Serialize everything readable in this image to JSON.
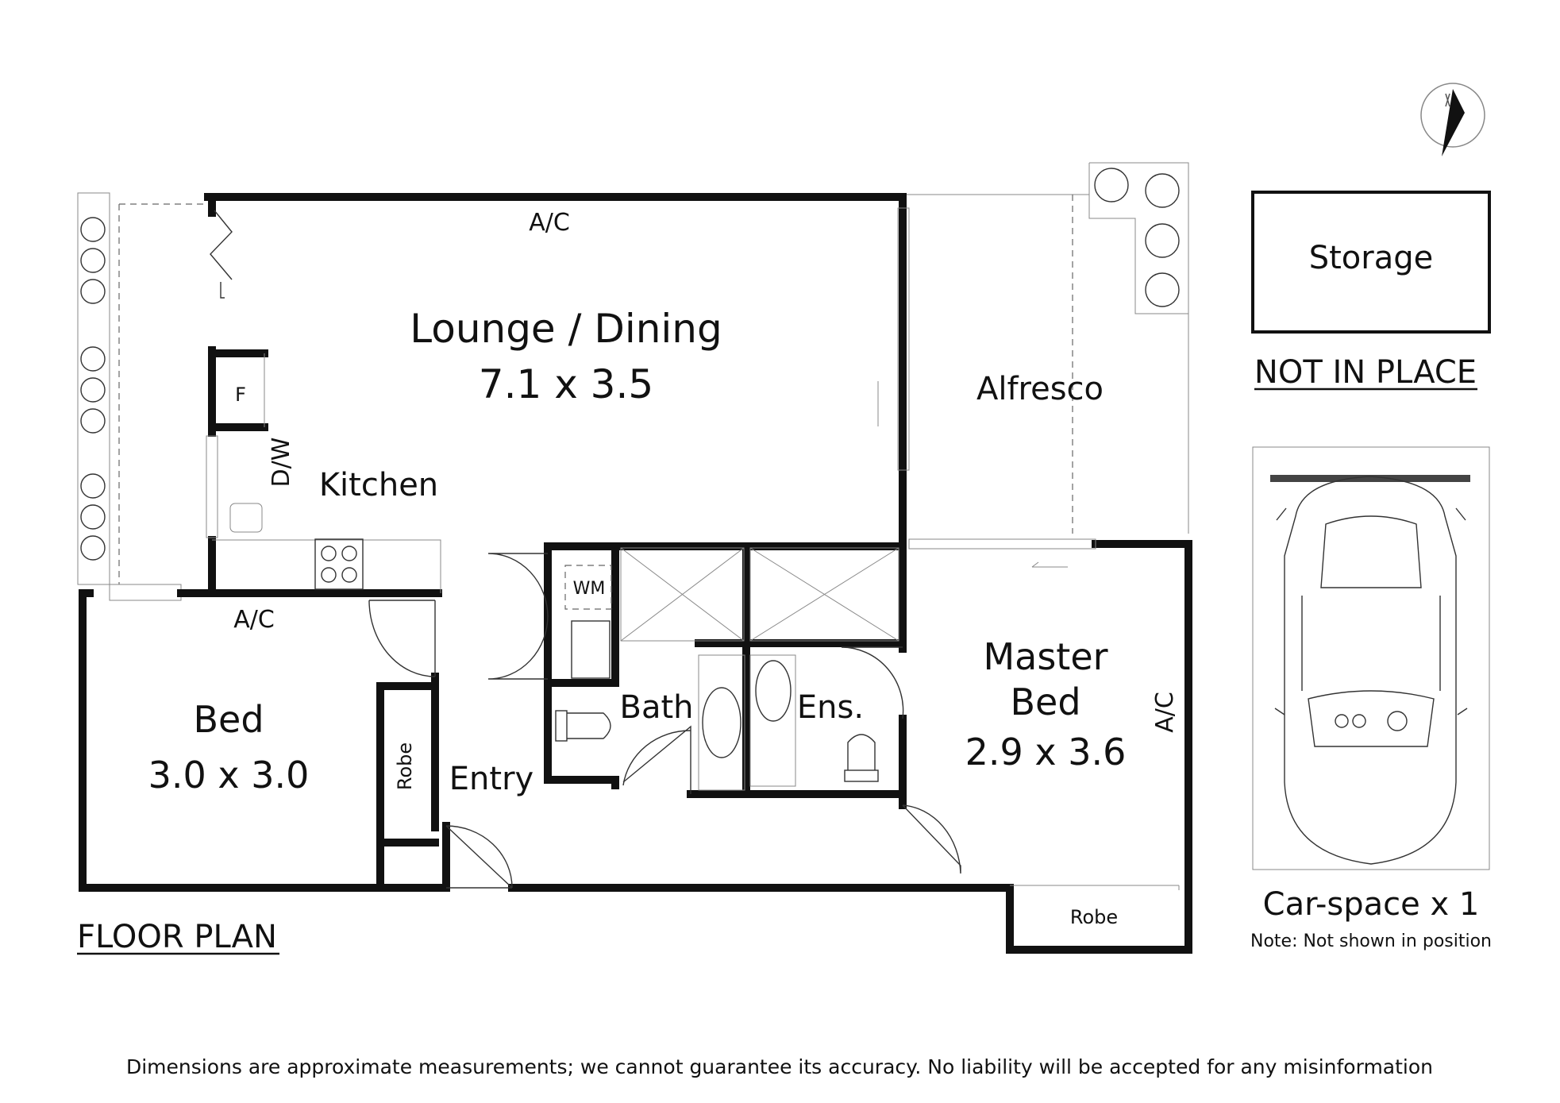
{
  "rooms": {
    "lounge_title": "Lounge / Dining",
    "lounge_dims": "7.1 x 3.5",
    "alfresco": "Alfresco",
    "kitchen": "Kitchen",
    "fridge": "F",
    "dishwasher": "D/W",
    "ac_top": "A/C",
    "ac_kitchen": "A/C",
    "ac_master": "A/C",
    "bed_title": "Bed",
    "bed_dims": "3.0 x 3.0",
    "bed_robe": "Robe",
    "entry": "Entry",
    "laundry_wm": "WM",
    "bath": "Bath",
    "ensuite": "Ens.",
    "master_line1": "Master",
    "master_line2": "Bed",
    "master_dims": "2.9 x 3.6",
    "master_robe": "Robe"
  },
  "storage": {
    "label": "Storage",
    "status": "NOT IN PLACE"
  },
  "carspace": {
    "label": "Car-space x 1",
    "note": "Note: Not shown in position"
  },
  "plan_title": "FLOOR PLAN",
  "disclaimer": "Dimensions are approximate measurements; we cannot guarantee its accuracy. No liability will be accepted for any misinformation",
  "icons": [
    "compass-icon",
    "car-icon",
    "stove-icon",
    "toilet-icon",
    "bathtub-icon",
    "sink-icon",
    "planter-icon"
  ]
}
